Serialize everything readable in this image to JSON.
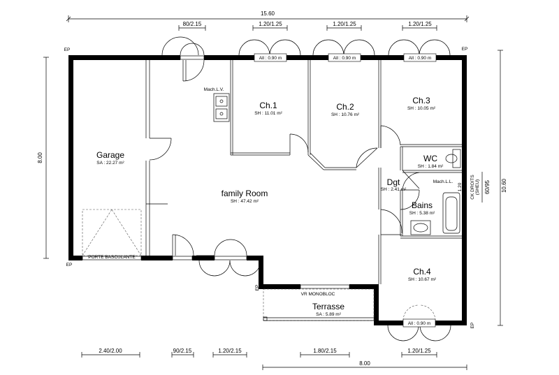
{
  "dimensions": {
    "top_overall": "15.60",
    "bottom_right": "8.00",
    "left_height": "8.00",
    "right_height": "10.60",
    "top_openings": [
      "80/2.15",
      "1.20/1.25",
      "1.20/1.25",
      "1.20/1.25"
    ],
    "bottom_openings": [
      "2.40/2.00",
      "90/2.15",
      "1.20/2.15",
      "1.80/2.15",
      "1.20/1.25"
    ],
    "right_small": "60/95"
  },
  "rooms": [
    {
      "name": "Garage",
      "area": "SA : 22.27 m²"
    },
    {
      "name": "family Room",
      "area": "SH : 47.42 m²"
    },
    {
      "name": "Ch.1",
      "area": "SH : 11.01 m²"
    },
    {
      "name": "Ch.2",
      "area": "SH : 10.76 m²"
    },
    {
      "name": "Ch.3",
      "area": "SH : 10.05 m²"
    },
    {
      "name": "WC",
      "area": "SH : 1.84 m²"
    },
    {
      "name": "Dgt",
      "area": "SH : 2.41 m²"
    },
    {
      "name": "Bains",
      "area": "SH : 5.38 m²"
    },
    {
      "name": "Ch.4",
      "area": "SH : 10.67 m²"
    },
    {
      "name": "Terrasse",
      "area": "SA : 5.89 m²"
    }
  ],
  "labels": {
    "alu_windows": [
      "All : 0.90 m",
      "All : 0.90 m",
      "All : 0.90 m",
      "All : 0.90 m"
    ],
    "mach_lv": "Mach.L.V.",
    "mach_ll": "Mach.L.L.",
    "porte_basculante": "PORTE BASCULANTE",
    "vr_monobloc": "VR MONOBLOC",
    "ck_droits": "CK DROITS",
    "ck_droits_sub": "(SHEU)",
    "ep": "EP",
    "wc_dim": "1.20"
  }
}
